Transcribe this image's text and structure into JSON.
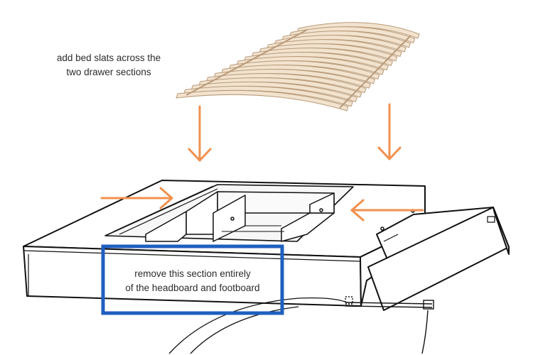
{
  "annotations": {
    "slats_instruction_line1": "add bed slats across the",
    "slats_instruction_line2": "two drawer sections",
    "removal_instruction_line1": "remove this section entirely",
    "removal_instruction_line2": "of the headboard and footboard"
  },
  "colors": {
    "arrow": "#f0904e",
    "highlight_box": "#1f5fbf",
    "slat_fill": "#f2e3cf",
    "slat_stroke": "#b89a78",
    "line": "#111111"
  },
  "icons": [
    "down-arrow-icon",
    "right-arrow-icon",
    "left-arrow-icon"
  ]
}
